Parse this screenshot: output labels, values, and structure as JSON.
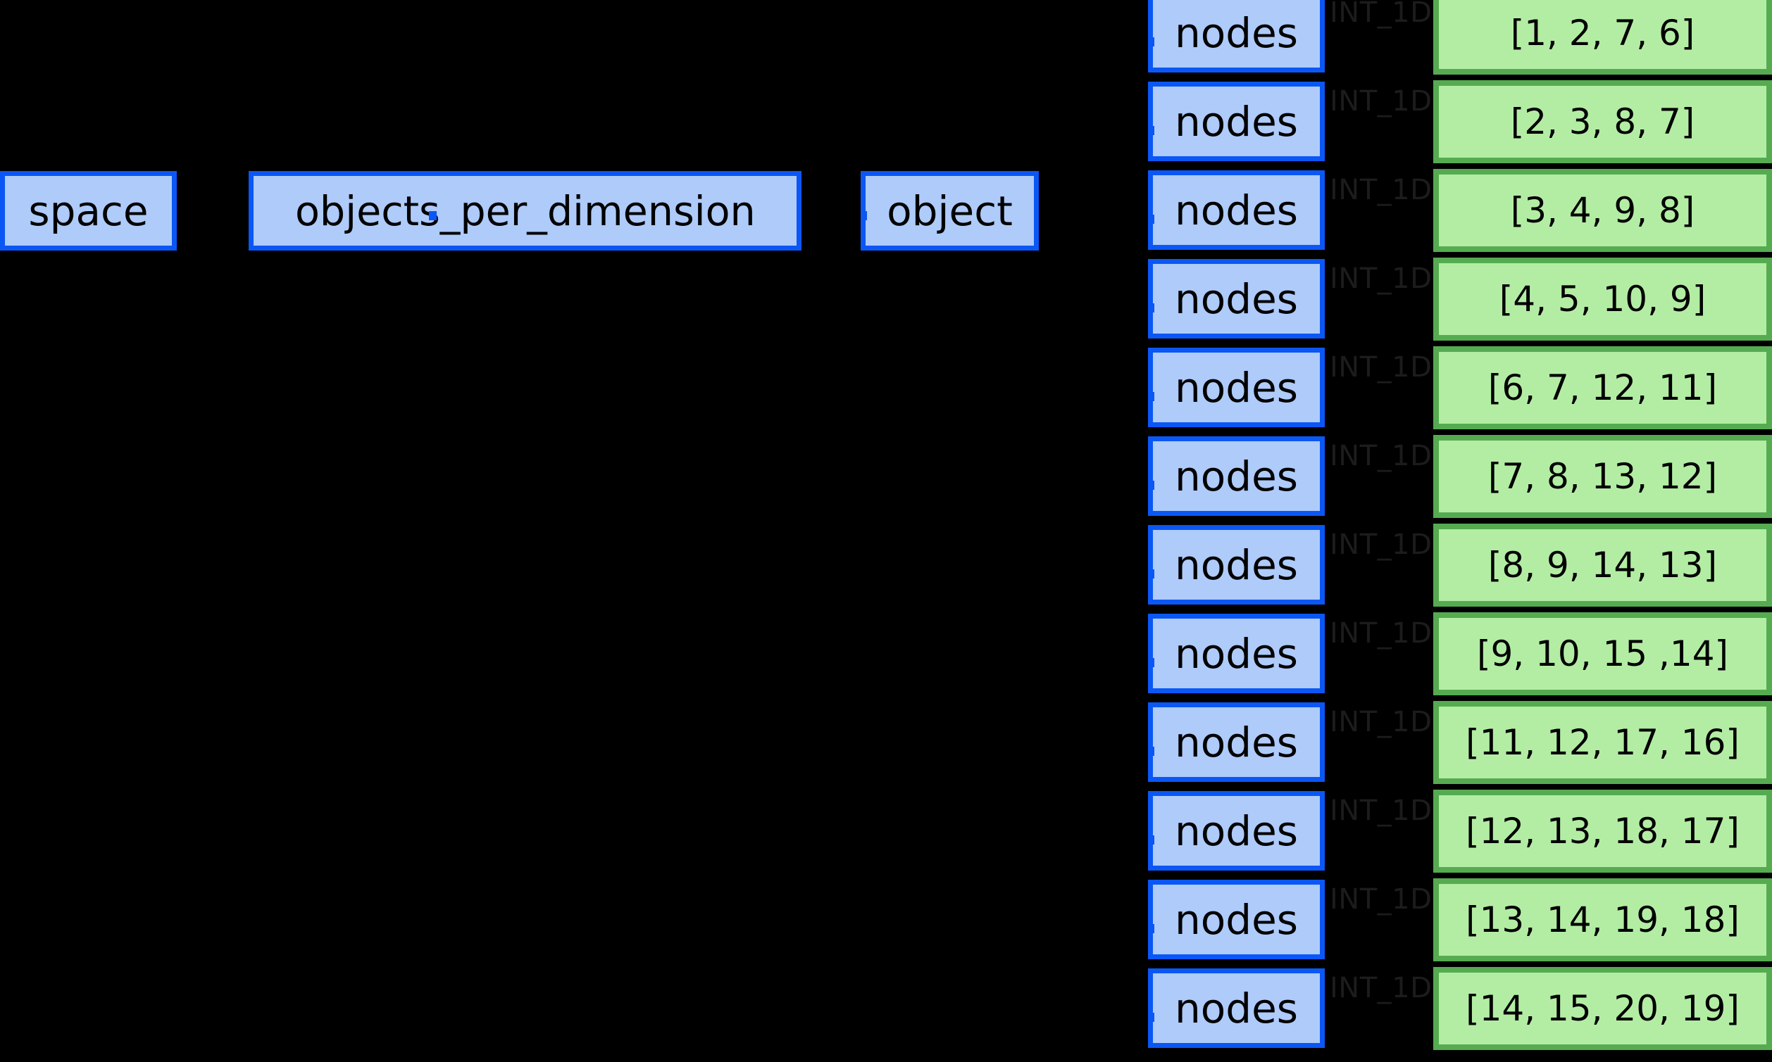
{
  "graph": {
    "background_color": "#000000",
    "node_fill": "#aecbfa",
    "node_border": "#0b57f5",
    "value_fill": "#b3eda4",
    "value_border": "#56ab51",
    "edge_label_color": "#1c1c1c"
  },
  "left_row": {
    "nodes": [
      {
        "label": "space"
      },
      {
        "label": "objects_per_dimension"
      },
      {
        "label": "object"
      }
    ]
  },
  "nodes_column": {
    "node_label": "nodes",
    "edge_type_label": "INT_1D",
    "rows": [
      {
        "node": "nodes",
        "edge_type": "INT_1D",
        "value": "[1, 2, 7, 6]"
      },
      {
        "node": "nodes",
        "edge_type": "INT_1D",
        "value": "[2, 3, 8, 7]"
      },
      {
        "node": "nodes",
        "edge_type": "INT_1D",
        "value": "[3, 4, 9, 8]"
      },
      {
        "node": "nodes",
        "edge_type": "INT_1D",
        "value": "[4, 5, 10, 9]"
      },
      {
        "node": "nodes",
        "edge_type": "INT_1D",
        "value": "[6, 7, 12, 11]"
      },
      {
        "node": "nodes",
        "edge_type": "INT_1D",
        "value": "[7, 8, 13, 12]"
      },
      {
        "node": "nodes",
        "edge_type": "INT_1D",
        "value": "[8, 9, 14, 13]"
      },
      {
        "node": "nodes",
        "edge_type": "INT_1D",
        "value": "[9, 10, 15 ,14]"
      },
      {
        "node": "nodes",
        "edge_type": "INT_1D",
        "value": "[11, 12, 17, 16]"
      },
      {
        "node": "nodes",
        "edge_type": "INT_1D",
        "value": "[12, 13, 18, 17]"
      },
      {
        "node": "nodes",
        "edge_type": "INT_1D",
        "value": "[13, 14, 19, 18]"
      },
      {
        "node": "nodes",
        "edge_type": "INT_1D",
        "value": "[14, 15, 20, 19]"
      }
    ]
  }
}
